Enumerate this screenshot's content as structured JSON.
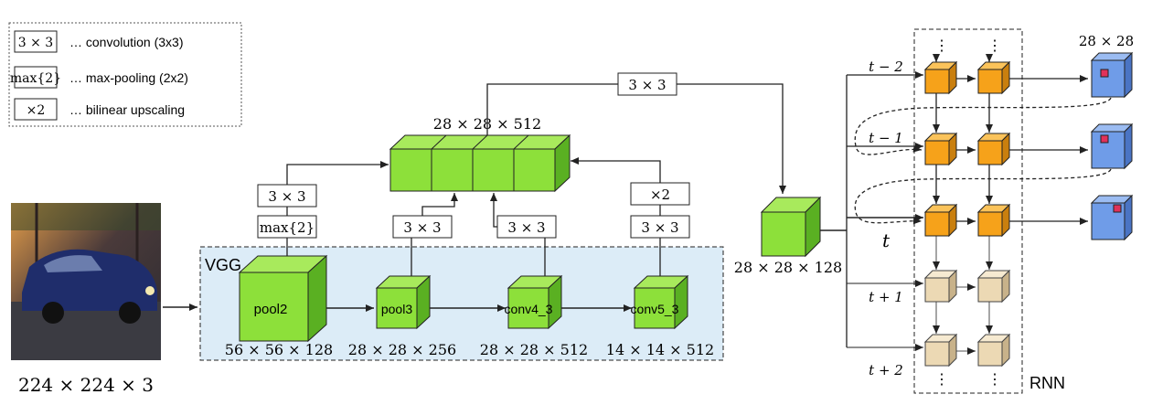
{
  "legend": {
    "items": [
      {
        "symbol": "3 × 3",
        "description": "… convolution (3x3)"
      },
      {
        "symbol": "max{2}",
        "description": "… max-pooling (2x2)"
      },
      {
        "symbol": "×2",
        "description": "… bilinear upscaling"
      }
    ]
  },
  "input": {
    "dims": "224 × 224 × 3"
  },
  "vgg": {
    "label": "VGG",
    "blocks": [
      {
        "name": "pool2",
        "dims": "56 × 56 × 128"
      },
      {
        "name": "pool3",
        "dims": "28 × 28 × 256"
      },
      {
        "name": "conv4_3",
        "dims": "28 × 28 × 512"
      },
      {
        "name": "conv5_3",
        "dims": "14 × 14 × 512"
      }
    ]
  },
  "ops": {
    "conv": "3 × 3",
    "maxpool": "max{2}",
    "upscale": "×2"
  },
  "concat": {
    "dims": "28 × 28 × 512"
  },
  "feature": {
    "dims": "28 × 28 × 128"
  },
  "rnn": {
    "label": "RNN",
    "time_steps": [
      "t − 2",
      "t − 1",
      "t",
      "t + 1",
      "t + 2"
    ],
    "ellipsis": "⋮"
  },
  "output": {
    "dims": "28 × 28"
  },
  "colors": {
    "green": "#8de03a",
    "orange": "#f6a21a",
    "beige": "#ecd9b4",
    "blue_output": "#6f9ce8",
    "vgg_bg": "#dcecf7",
    "red_marker": "#e0325a"
  }
}
